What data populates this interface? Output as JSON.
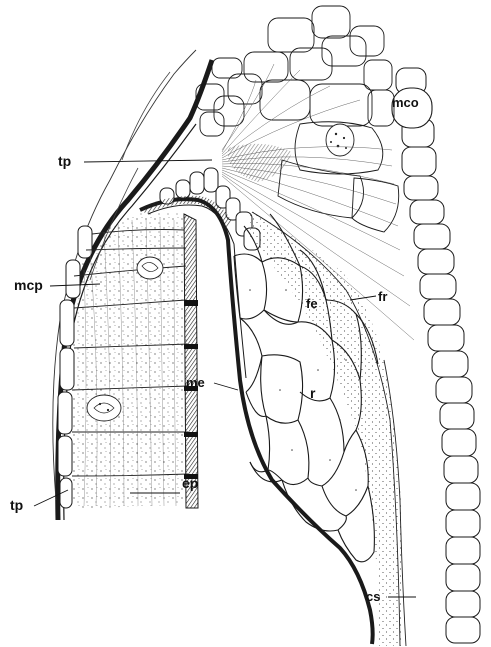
{
  "figure": {
    "labels": {
      "mco": "mco",
      "tp_top": "tp",
      "fr": "fr",
      "fe": "fe",
      "mcp": "mcp",
      "me": "me",
      "r": "r",
      "tp_bottom": "tp",
      "ep": "ep",
      "cs": "cs"
    },
    "colors": {
      "ink": "#1a1a1a",
      "paper": "#ffffff",
      "stipple": "#3a3a3a"
    }
  }
}
